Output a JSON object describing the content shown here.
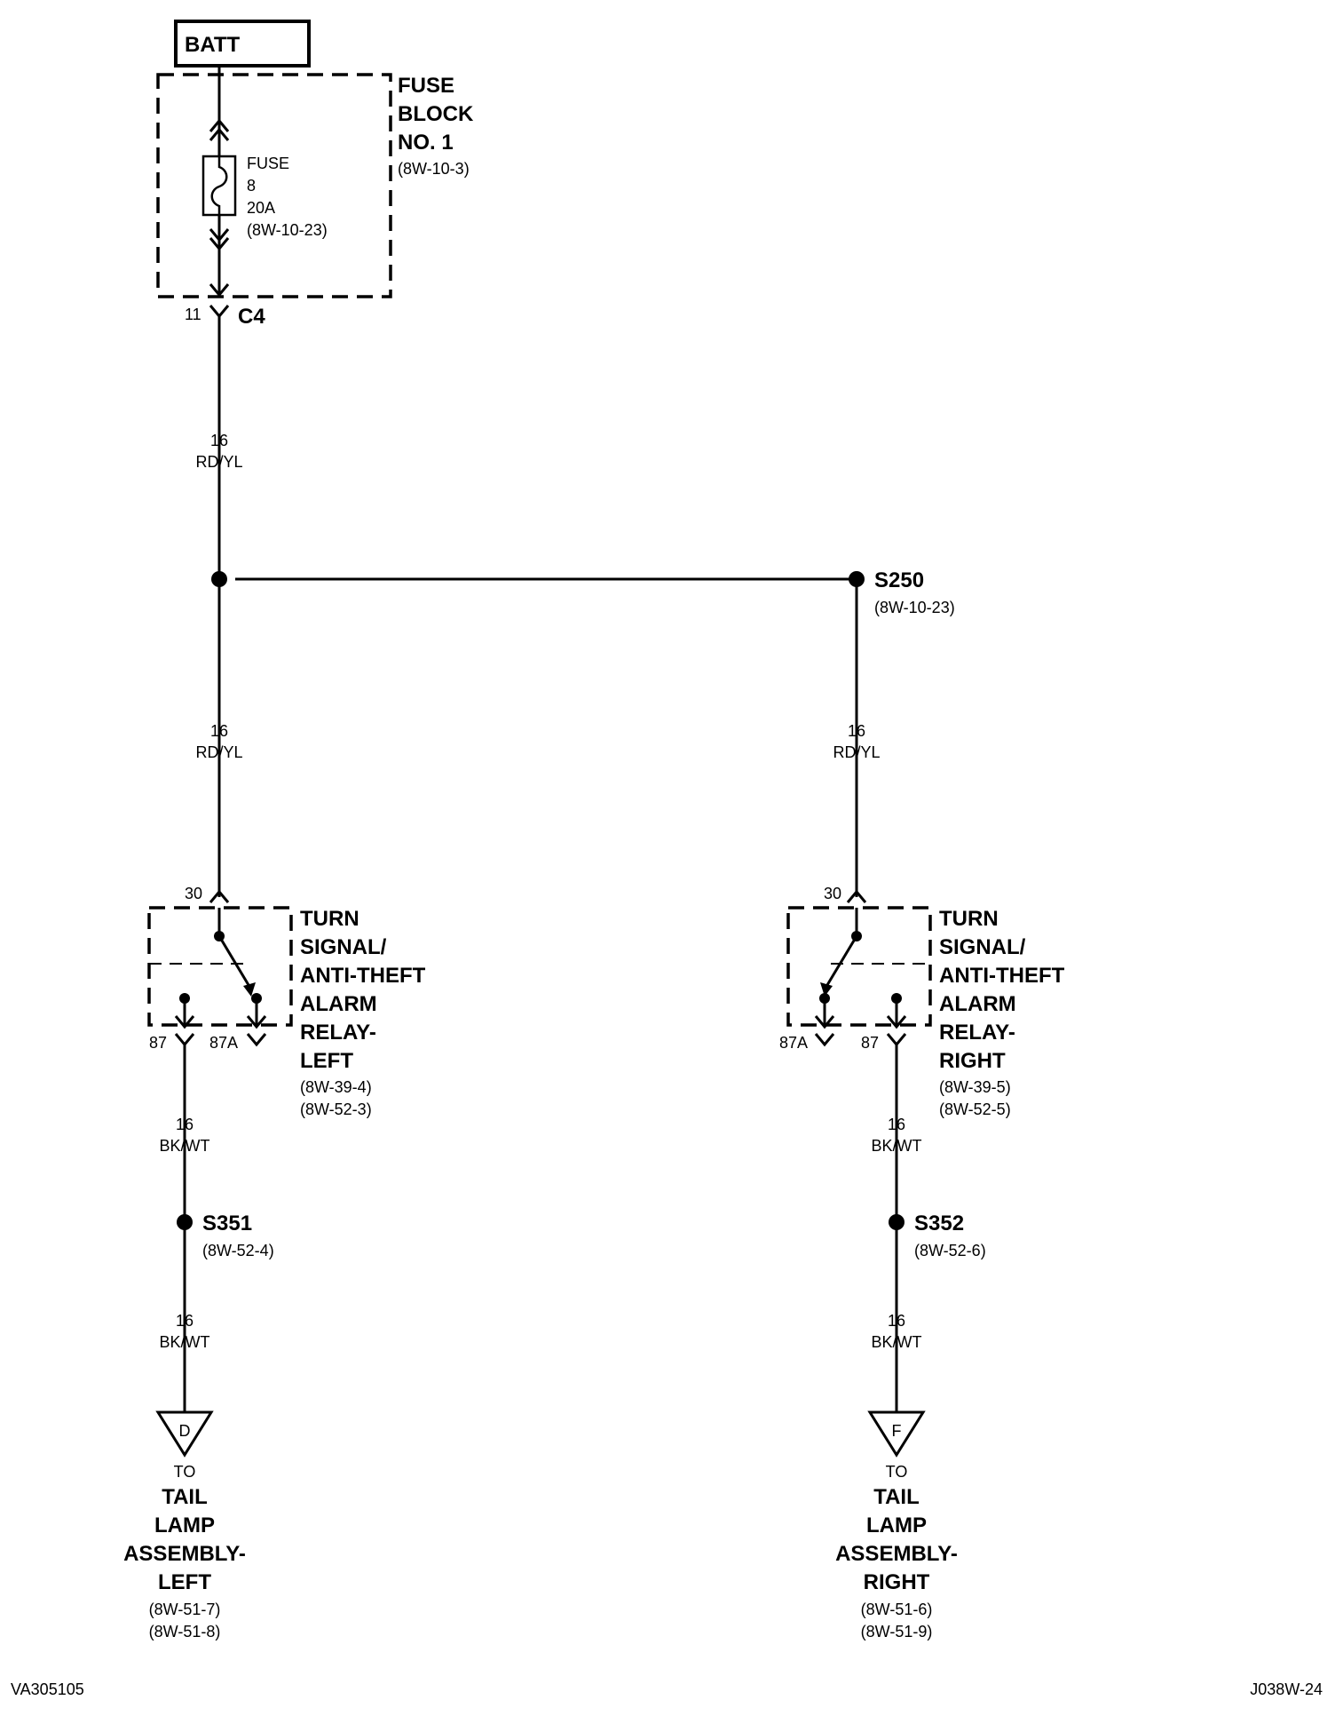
{
  "battery": {
    "label": "BATT"
  },
  "fuse_block": {
    "title": [
      "FUSE",
      "BLOCK",
      "NO. 1"
    ],
    "ref": "(8W-10-3)",
    "fuse": [
      "FUSE",
      "8",
      "20A",
      "(8W-10-23)"
    ],
    "connector_pin": "11",
    "connector": "C4"
  },
  "wire_main": {
    "gauge": "16",
    "color": "RD/YL"
  },
  "wire_left": {
    "gauge": "16",
    "color": "RD/YL"
  },
  "wire_right": {
    "gauge": "16",
    "color": "RD/YL"
  },
  "splice_s250": {
    "id": "S250",
    "ref": "(8W-10-23)"
  },
  "relay_left": {
    "pin_in": "30",
    "pin_87": "87",
    "pin_87a": "87A",
    "title": [
      "TURN",
      "SIGNAL/",
      "ANTI-THEFT",
      "ALARM",
      "RELAY-",
      "LEFT"
    ],
    "refs": [
      "(8W-39-4)",
      "(8W-52-3)"
    ]
  },
  "relay_right": {
    "pin_in": "30",
    "pin_87": "87",
    "pin_87a": "87A",
    "title": [
      "TURN",
      "SIGNAL/",
      "ANTI-THEFT",
      "ALARM",
      "RELAY-",
      "RIGHT"
    ],
    "refs": [
      "(8W-39-5)",
      "(8W-52-5)"
    ]
  },
  "wire_left_out_1": {
    "gauge": "16",
    "color": "BK/WT"
  },
  "wire_right_out_1": {
    "gauge": "16",
    "color": "BK/WT"
  },
  "splice_s351": {
    "id": "S351",
    "ref": "(8W-52-4)"
  },
  "splice_s352": {
    "id": "S352",
    "ref": "(8W-52-6)"
  },
  "wire_left_out_2": {
    "gauge": "16",
    "color": "BK/WT"
  },
  "wire_right_out_2": {
    "gauge": "16",
    "color": "BK/WT"
  },
  "dest_left": {
    "letter": "D",
    "to": "TO",
    "title": [
      "TAIL",
      "LAMP",
      "ASSEMBLY-",
      "LEFT"
    ],
    "refs": [
      "(8W-51-7)",
      "(8W-51-8)"
    ]
  },
  "dest_right": {
    "letter": "F",
    "to": "TO",
    "title": [
      "TAIL",
      "LAMP",
      "ASSEMBLY-",
      "RIGHT"
    ],
    "refs": [
      "(8W-51-6)",
      "(8W-51-9)"
    ]
  },
  "footer": {
    "left_id": "VA305105",
    "right_id": "J038W-24"
  }
}
